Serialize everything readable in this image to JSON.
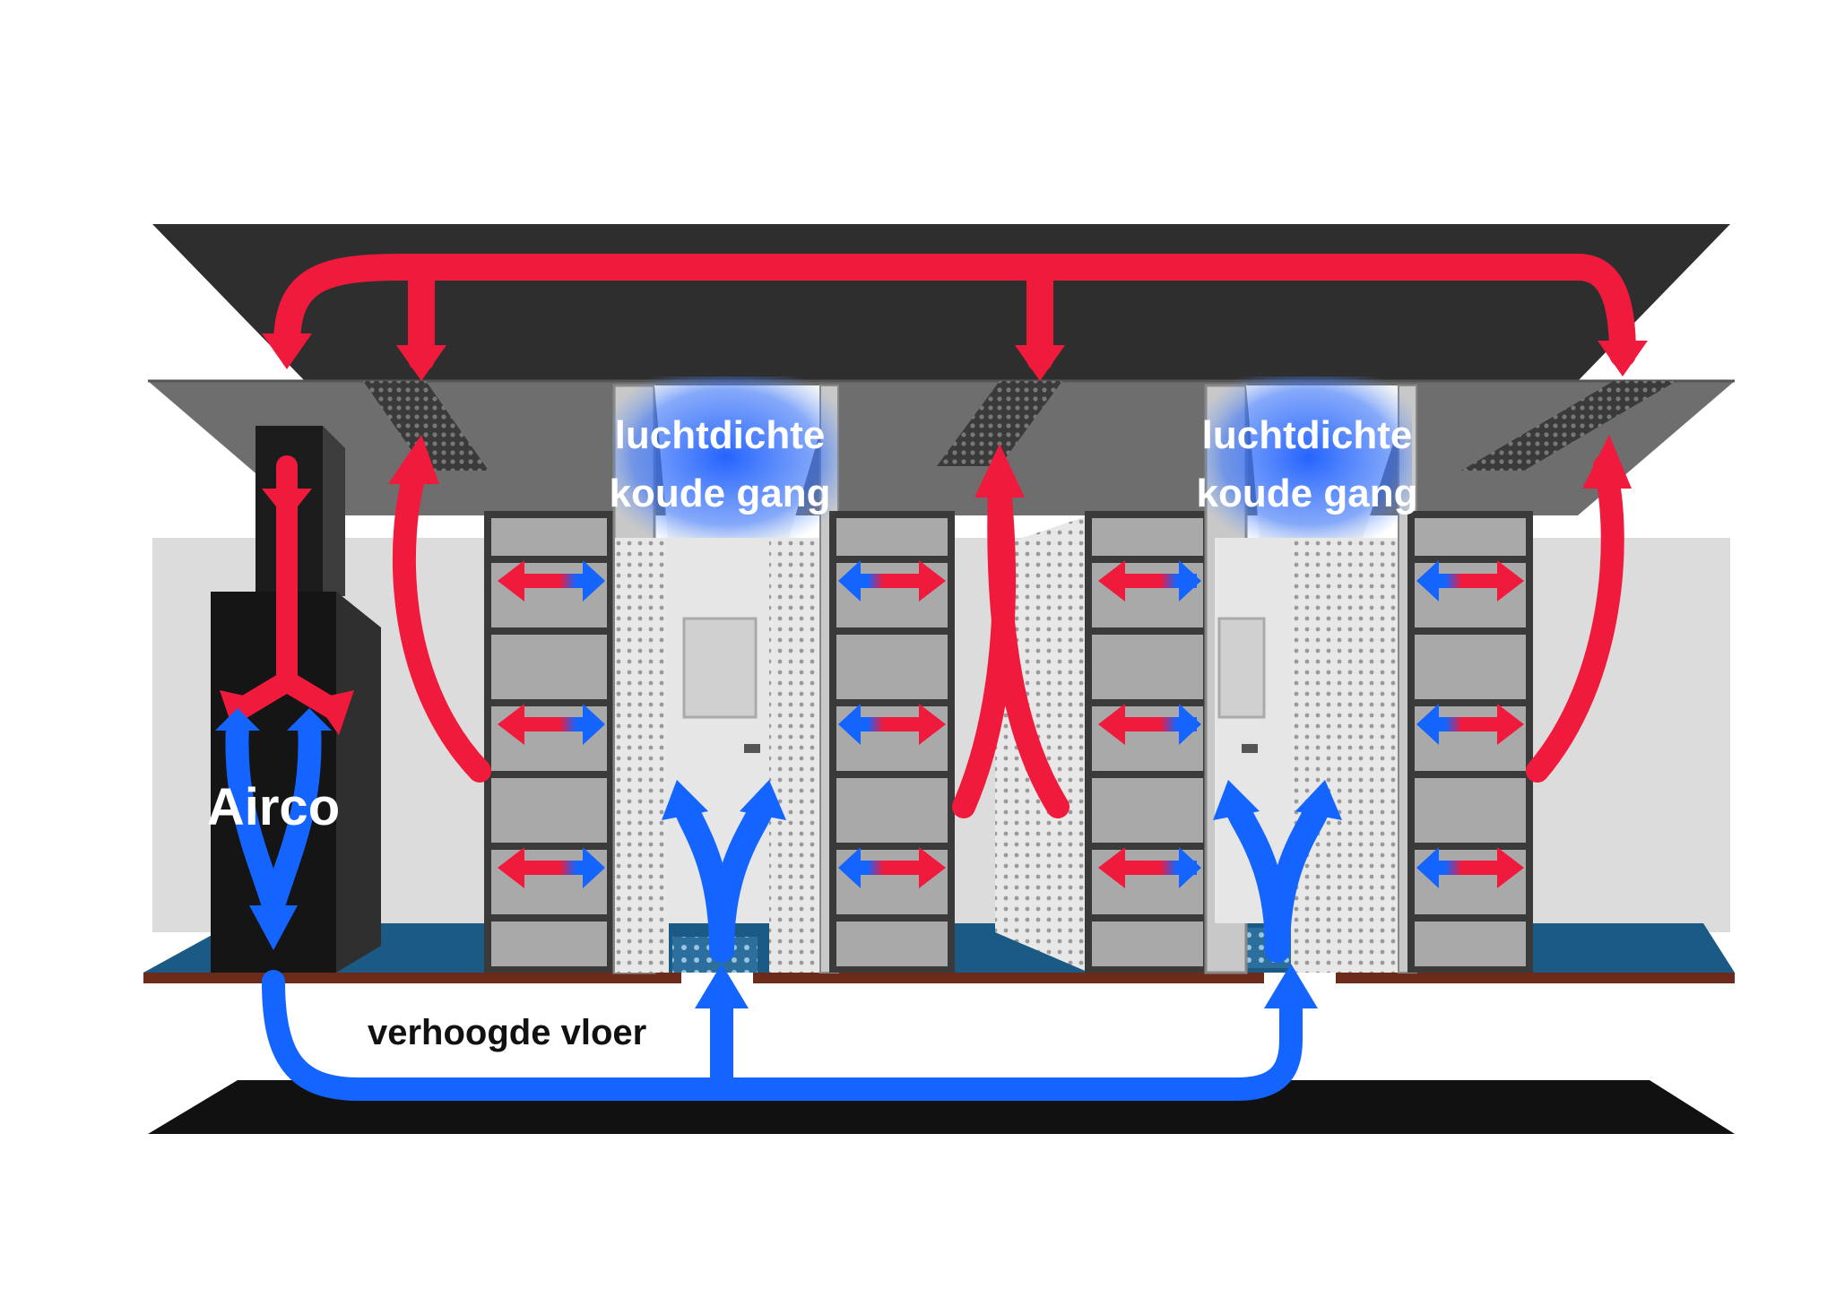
{
  "labels": {
    "airco": "Airco",
    "cold_aisle_1_line1": "luchtdichte",
    "cold_aisle_1_line2": "koude gang",
    "cold_aisle_2_line1": "luchtdichte",
    "cold_aisle_2_line2": "koude gang",
    "raised_floor": "verhoogde vloer"
  },
  "colors": {
    "hot_air": "#f01a3c",
    "cold_air": "#1464ff",
    "ceiling_dark": "#2e2e2e",
    "ceiling_tile": "#6e6e6e",
    "rack_frame": "#3a3a3a",
    "floor": "#1b5a85"
  }
}
